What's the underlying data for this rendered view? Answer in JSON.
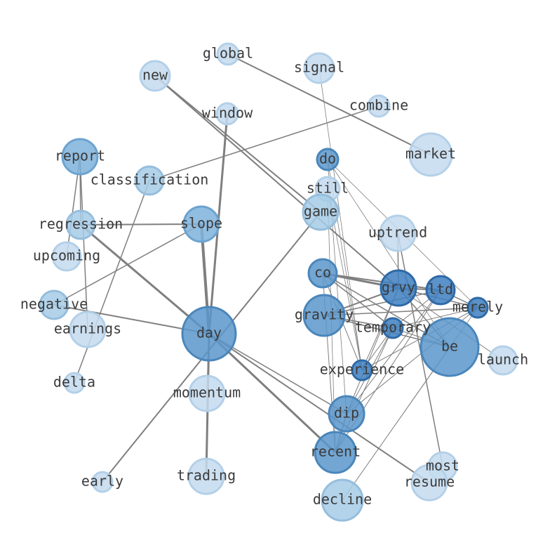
{
  "colors": {
    "edge": "#7f7f7f",
    "label": "#3b3b3b",
    "shades": {
      "dark": {
        "fill": "#3d7fc0",
        "stroke": "#2f6aa8"
      },
      "mid": {
        "fill": "#5b97cb",
        "stroke": "#4a86bb"
      },
      "midlt": {
        "fill": "#7eb2db",
        "stroke": "#6ca3cf"
      },
      "light": {
        "fill": "#a6cbe6",
        "stroke": "#95bedd"
      },
      "pale": {
        "fill": "#c4dbee",
        "stroke": "#b3d0e8"
      }
    }
  },
  "nodes": [
    {
      "id": "global",
      "label": "global",
      "shade": "pale"
    },
    {
      "id": "signal",
      "label": "signal",
      "shade": "pale"
    },
    {
      "id": "new",
      "label": "new",
      "shade": "pale"
    },
    {
      "id": "window",
      "label": "window",
      "shade": "pale"
    },
    {
      "id": "combine",
      "label": "combine",
      "shade": "pale"
    },
    {
      "id": "market",
      "label": "market",
      "shade": "pale"
    },
    {
      "id": "report",
      "label": "report",
      "shade": "midlt"
    },
    {
      "id": "do",
      "label": "do",
      "shade": "mid"
    },
    {
      "id": "classification",
      "label": "classification",
      "shade": "light"
    },
    {
      "id": "still",
      "label": "still",
      "shade": "pale"
    },
    {
      "id": "game",
      "label": "game",
      "shade": "light"
    },
    {
      "id": "regression",
      "label": "regression",
      "shade": "light"
    },
    {
      "id": "slope",
      "label": "slope",
      "shade": "midlt"
    },
    {
      "id": "uptrend",
      "label": "uptrend",
      "shade": "pale"
    },
    {
      "id": "upcoming",
      "label": "upcoming",
      "shade": "pale"
    },
    {
      "id": "co",
      "label": "co",
      "shade": "mid"
    },
    {
      "id": "grvy",
      "label": "grvy",
      "shade": "dark"
    },
    {
      "id": "ltd",
      "label": "ltd",
      "shade": "dark"
    },
    {
      "id": "negative",
      "label": "negative",
      "shade": "light"
    },
    {
      "id": "merely",
      "label": "merely",
      "shade": "dark"
    },
    {
      "id": "gravity",
      "label": "gravity",
      "shade": "mid"
    },
    {
      "id": "temporary",
      "label": "temporary",
      "shade": "dark"
    },
    {
      "id": "earnings",
      "label": "earnings",
      "shade": "pale"
    },
    {
      "id": "day",
      "label": "day",
      "shade": "mid"
    },
    {
      "id": "be",
      "label": "be",
      "shade": "mid"
    },
    {
      "id": "launch",
      "label": "launch",
      "shade": "pale"
    },
    {
      "id": "experience",
      "label": "experience",
      "shade": "dark"
    },
    {
      "id": "delta",
      "label": "delta",
      "shade": "pale"
    },
    {
      "id": "momentum",
      "label": "momentum",
      "shade": "pale"
    },
    {
      "id": "dip",
      "label": "dip",
      "shade": "mid"
    },
    {
      "id": "recent",
      "label": "recent",
      "shade": "mid"
    },
    {
      "id": "most",
      "label": "most",
      "shade": "pale"
    },
    {
      "id": "early",
      "label": "early",
      "shade": "pale"
    },
    {
      "id": "trading",
      "label": "trading",
      "shade": "pale"
    },
    {
      "id": "resume",
      "label": "resume",
      "shade": "pale"
    },
    {
      "id": "decline",
      "label": "decline",
      "shade": "light"
    }
  ],
  "edges": [
    {
      "source": "global",
      "target": "market",
      "weight": 2
    },
    {
      "source": "new",
      "target": "game",
      "weight": 2
    },
    {
      "source": "new",
      "target": "grvy",
      "weight": 2
    },
    {
      "source": "window",
      "target": "day",
      "weight": 3
    },
    {
      "source": "combine",
      "target": "classification",
      "weight": 1.5
    },
    {
      "source": "classification",
      "target": "delta",
      "weight": 1.5
    },
    {
      "source": "report",
      "target": "regression",
      "weight": 1.5
    },
    {
      "source": "report",
      "target": "upcoming",
      "weight": 1.5
    },
    {
      "source": "report",
      "target": "earnings",
      "weight": 1.5
    },
    {
      "source": "regression",
      "target": "slope",
      "weight": 2
    },
    {
      "source": "regression",
      "target": "day",
      "weight": 3
    },
    {
      "source": "slope",
      "target": "negative",
      "weight": 1.5
    },
    {
      "source": "slope",
      "target": "day",
      "weight": 4
    },
    {
      "source": "negative",
      "target": "day",
      "weight": 2
    },
    {
      "source": "day",
      "target": "momentum",
      "weight": 1.5
    },
    {
      "source": "day",
      "target": "trading",
      "weight": 3
    },
    {
      "source": "day",
      "target": "recent",
      "weight": 3
    },
    {
      "source": "day",
      "target": "dip",
      "weight": 1.5
    },
    {
      "source": "day",
      "target": "resume",
      "weight": 2
    },
    {
      "source": "game",
      "target": "early",
      "weight": 2
    },
    {
      "source": "signal",
      "target": "experience",
      "weight": 0.8
    },
    {
      "source": "do",
      "target": "be",
      "weight": 0.8
    },
    {
      "source": "do",
      "target": "merely",
      "weight": 0.8
    },
    {
      "source": "do",
      "target": "experience",
      "weight": 0.8
    },
    {
      "source": "do",
      "target": "dip",
      "weight": 0.8
    },
    {
      "source": "uptrend",
      "target": "most",
      "weight": 1.5
    },
    {
      "source": "uptrend",
      "target": "grvy",
      "weight": 1.5
    },
    {
      "source": "co",
      "target": "grvy",
      "weight": 3
    },
    {
      "source": "co",
      "target": "ltd",
      "weight": 2
    },
    {
      "source": "co",
      "target": "temporary",
      "weight": 1.5
    },
    {
      "source": "co",
      "target": "be",
      "weight": 1.5
    },
    {
      "source": "co",
      "target": "experience",
      "weight": 1
    },
    {
      "source": "co",
      "target": "recent",
      "weight": 1
    },
    {
      "source": "grvy",
      "target": "ltd",
      "weight": 2
    },
    {
      "source": "grvy",
      "target": "merely",
      "weight": 1.5
    },
    {
      "source": "grvy",
      "target": "gravity",
      "weight": 2
    },
    {
      "source": "grvy",
      "target": "be",
      "weight": 1.5
    },
    {
      "source": "grvy",
      "target": "launch",
      "weight": 1
    },
    {
      "source": "grvy",
      "target": "experience",
      "weight": 1
    },
    {
      "source": "grvy",
      "target": "dip",
      "weight": 1
    },
    {
      "source": "ltd",
      "target": "gravity",
      "weight": 1.5
    },
    {
      "source": "ltd",
      "target": "merely",
      "weight": 1.5
    },
    {
      "source": "ltd",
      "target": "temporary",
      "weight": 1
    },
    {
      "source": "ltd",
      "target": "dip",
      "weight": 1
    },
    {
      "source": "ltd",
      "target": "recent",
      "weight": 1
    },
    {
      "source": "merely",
      "target": "gravity",
      "weight": 1.5
    },
    {
      "source": "merely",
      "target": "temporary",
      "weight": 1
    },
    {
      "source": "merely",
      "target": "experience",
      "weight": 1
    },
    {
      "source": "merely",
      "target": "dip",
      "weight": 1
    },
    {
      "source": "merely",
      "target": "decline",
      "weight": 0.8
    },
    {
      "source": "gravity",
      "target": "temporary",
      "weight": 1.5
    },
    {
      "source": "gravity",
      "target": "be",
      "weight": 1.5
    },
    {
      "source": "temporary",
      "target": "be",
      "weight": 1
    },
    {
      "source": "temporary",
      "target": "experience",
      "weight": 1
    },
    {
      "source": "temporary",
      "target": "dip",
      "weight": 1
    },
    {
      "source": "temporary",
      "target": "recent",
      "weight": 1
    },
    {
      "source": "still",
      "target": "experience",
      "weight": 0.8
    },
    {
      "source": "still",
      "target": "recent",
      "weight": 0.8
    },
    {
      "source": "be",
      "target": "decline",
      "weight": 0.8
    },
    {
      "source": "dip",
      "target": "recent",
      "weight": 1.5
    }
  ]
}
